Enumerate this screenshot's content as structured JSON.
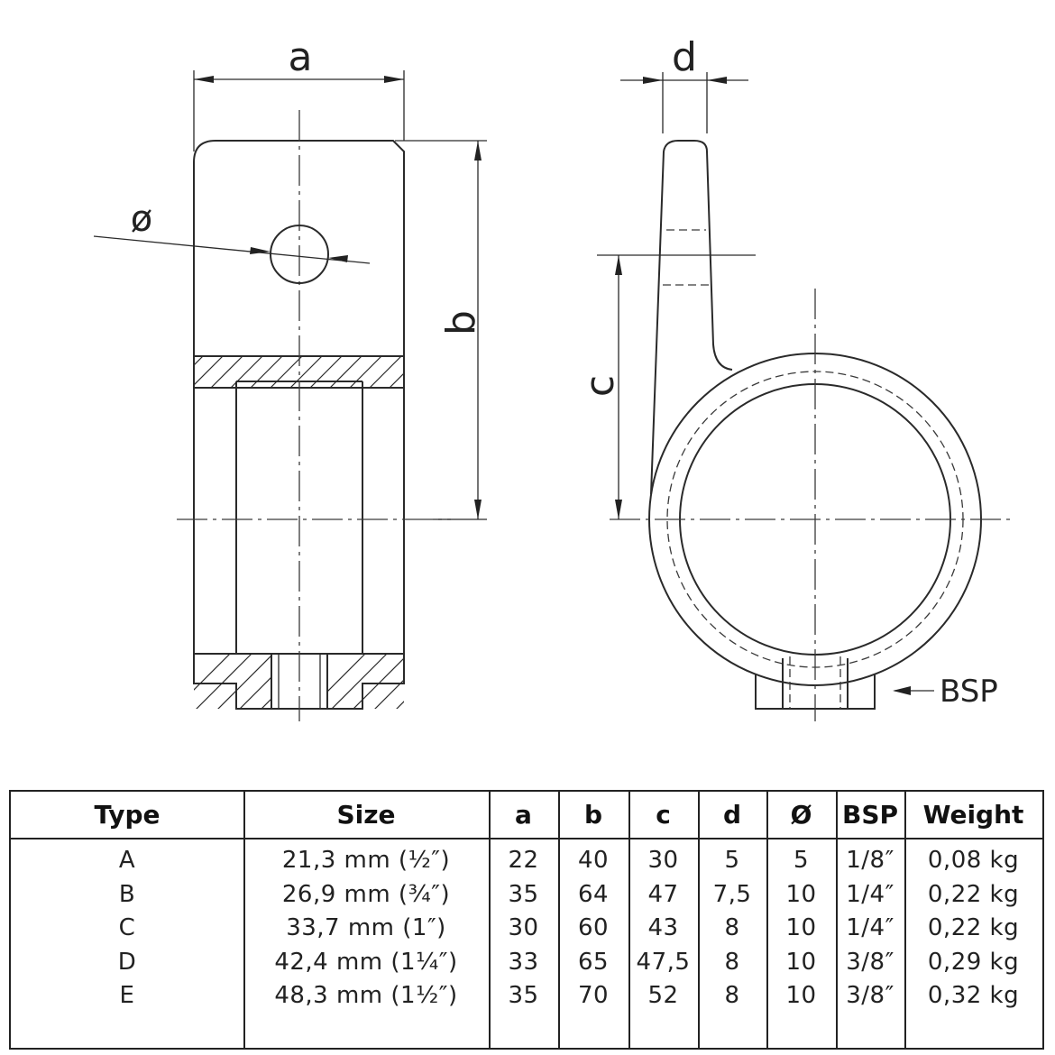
{
  "drawing": {
    "labels": {
      "a": "a",
      "b": "b",
      "c": "c",
      "d": "d",
      "diameter": "ø",
      "bsp": "BSP"
    }
  },
  "table": {
    "headers": [
      "Type",
      "Size",
      "a",
      "b",
      "c",
      "d",
      "Ø",
      "BSP",
      "Weight"
    ],
    "rows": [
      [
        "A",
        "21,3 mm (½″)",
        "22",
        "40",
        "30",
        "5",
        "5",
        "1/8″",
        "0,08 kg"
      ],
      [
        "B",
        "26,9 mm (¾″)",
        "35",
        "64",
        "47",
        "7,5",
        "10",
        "1/4″",
        "0,22 kg"
      ],
      [
        "C",
        "33,7 mm (1″)",
        "30",
        "60",
        "43",
        "8",
        "10",
        "1/4″",
        "0,22 kg"
      ],
      [
        "D",
        "42,4 mm (1¼″)",
        "33",
        "65",
        "47,5",
        "8",
        "10",
        "3/8″",
        "0,29 kg"
      ],
      [
        "E",
        "48,3 mm (1½″)",
        "35",
        "70",
        "52",
        "8",
        "10",
        "3/8″",
        "0,32 kg"
      ]
    ]
  }
}
